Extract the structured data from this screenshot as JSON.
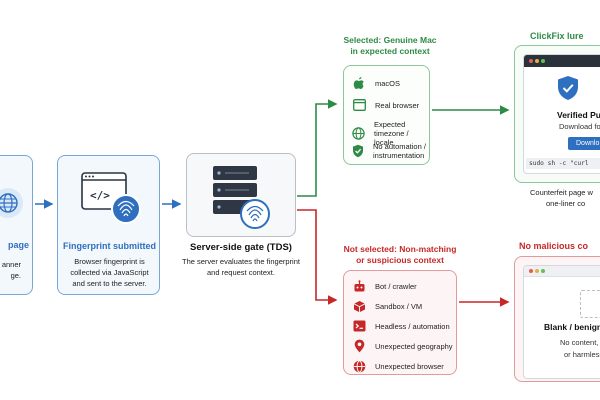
{
  "landing": {
    "title": "page",
    "desc_line1": "anner",
    "desc_line2": "ge."
  },
  "fingerprint": {
    "title": "Fingerprint submitted",
    "desc_line1": "Browser fingerprint is",
    "desc_line2": "collected via JavaScript",
    "desc_line3": "and sent to the server."
  },
  "server": {
    "title": "Server-side gate (TDS)",
    "desc_line1": "The server evaluates the fingerprint",
    "desc_line2": "and request context."
  },
  "selected": {
    "header_line1": "Selected: Genuine Mac",
    "header_line2": "in expected context",
    "items": [
      {
        "label": "macOS",
        "icon": "apple-icon"
      },
      {
        "label": "Real browser",
        "icon": "browser-window-icon"
      },
      {
        "label": "Expected timezone / locale",
        "icon": "globe-icon"
      },
      {
        "label": "No automation / instrumentation",
        "icon": "shield-check-icon"
      }
    ]
  },
  "not_selected": {
    "header_line1": "Not selected: Non-matching",
    "header_line2": "or suspicious context",
    "items": [
      {
        "label": "Bot / crawler",
        "icon": "robot-icon"
      },
      {
        "label": "Sandbox / VM",
        "icon": "sandbox-box-icon"
      },
      {
        "label": "Headless / automation",
        "icon": "terminal-icon"
      },
      {
        "label": "Unexpected geography",
        "icon": "location-pin-icon"
      },
      {
        "label": "Unexpected browser",
        "icon": "globe-icon"
      }
    ]
  },
  "clickfix": {
    "header": "ClickFix lure",
    "verified_title": "Verified Pu",
    "download_text": "Download fo",
    "button_label": "Downlo",
    "command": "sudo sh -c \"curl",
    "caption_line1": "Counterfeit page w",
    "caption_line2": "one-liner co"
  },
  "benign": {
    "header": "No malicious co",
    "title": "Blank / benign",
    "desc_line1": "No content, bl",
    "desc_line2": "or harmless"
  },
  "colors": {
    "blue": "#2f6fc0",
    "green": "#2e8b46",
    "red": "#c62828"
  }
}
